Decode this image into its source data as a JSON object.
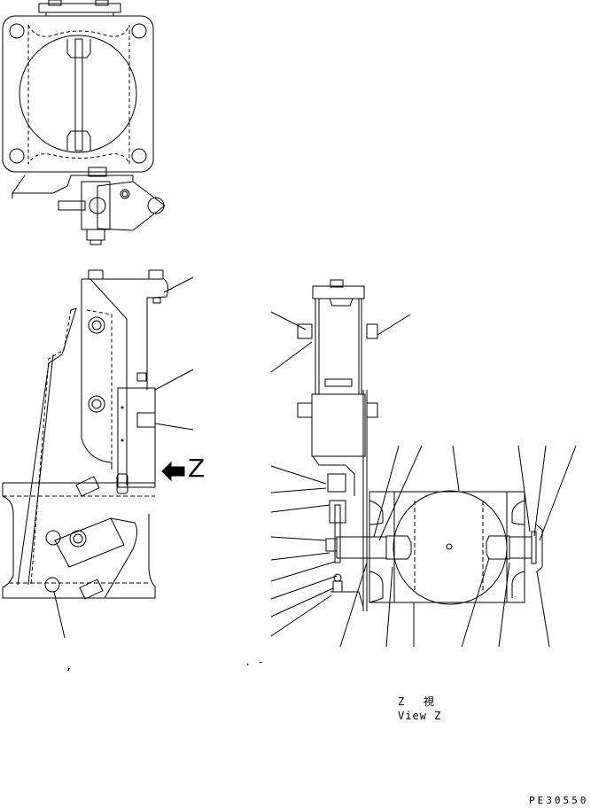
{
  "diagram": {
    "type": "parts-catalog-line-drawing",
    "background": "#ffffff",
    "stroke_color": "#000000",
    "views": [
      {
        "id": "top-view",
        "description": "Butterfly valve body, front view with square flange, four bolt holes, disc and actuator bracket"
      },
      {
        "id": "side-view",
        "description": "Side view of valve with mounting bracket, bolts and arrow indicating View Z"
      },
      {
        "id": "view-z",
        "description": "View Z cross-section of valve shaft, disc, bracket and fasteners with leader lines"
      }
    ]
  },
  "labels": {
    "view_arrow": "Z",
    "view_z_jp": "Z   視",
    "view_z_en": "View Z",
    "drawing_code": "PE30550",
    "tick_mark_1": ",",
    "tick_mark_2": ". -"
  },
  "leader_lines": {
    "side_view_count": 4,
    "view_z_left_count": 12,
    "view_z_top_count": 7,
    "view_z_bottom_count": 8
  }
}
